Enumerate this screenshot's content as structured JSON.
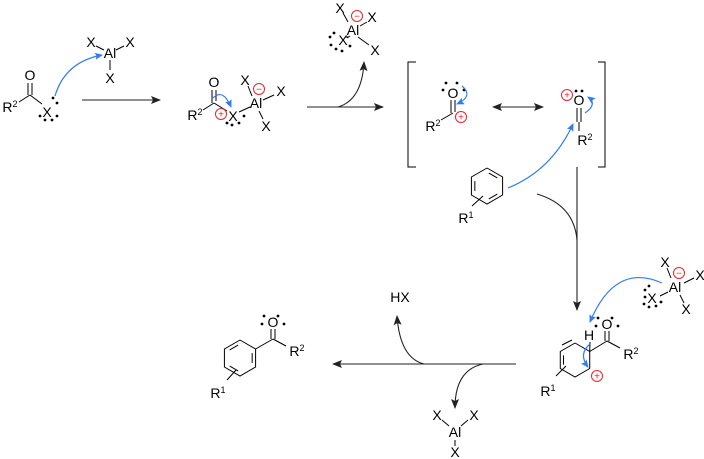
{
  "atoms": {
    "oxygen": "O",
    "halogen": "X",
    "aluminum": "Al",
    "hydrogen": "H",
    "r": "R",
    "sub1": "1",
    "sub2": "2",
    "hx": "HX",
    "plus": "+",
    "minus": "−"
  },
  "colors": {
    "electron_push_arrow": "#2e7cf6",
    "charge": "#e8262b",
    "reaction_arrow": "#222222"
  }
}
